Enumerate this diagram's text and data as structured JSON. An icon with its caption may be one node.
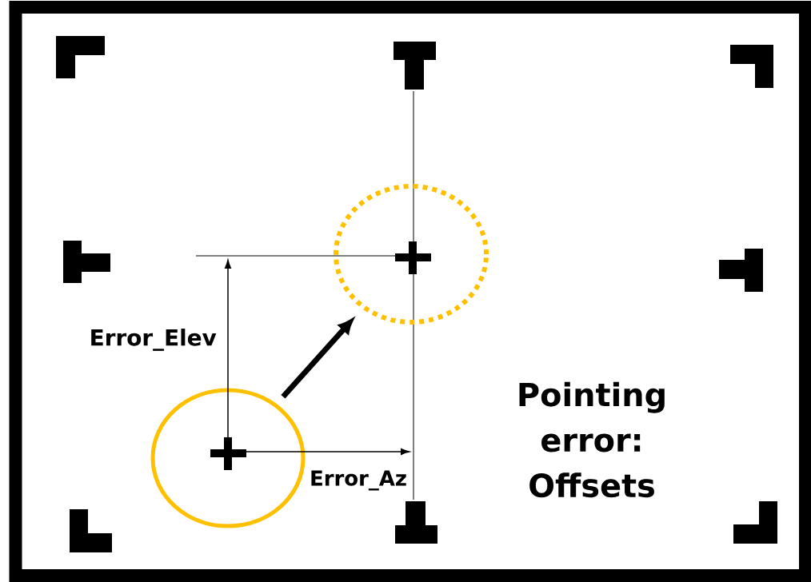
{
  "diagram": {
    "nodes": [
      {
        "text": [],
        "shape": "circle"
      },
      {
        "text": [],
        "shape": "circle"
      }
    ],
    "edges": [
      {
        "from": 0,
        "to": 1,
        "arrow": "to"
      }
    ],
    "labels": [
      "Error_Elev",
      "Error_Az",
      "Pointing error: Offsets"
    ]
  }
}
